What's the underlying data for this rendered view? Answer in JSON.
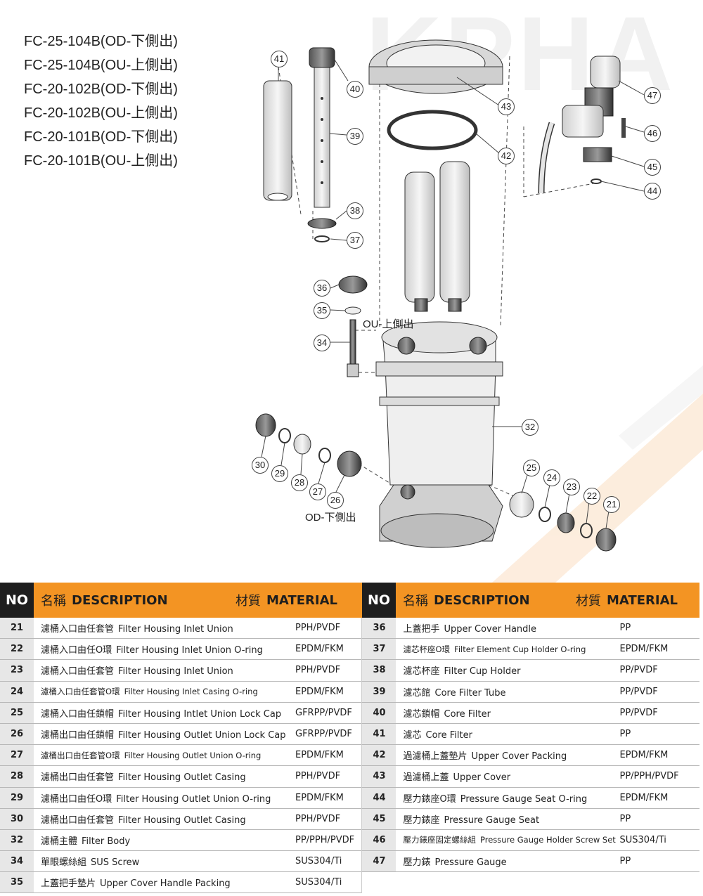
{
  "watermark": "KPHA",
  "models": [
    "FC-25-104B(OD-下側出)",
    "FC-25-104B(OU-上側出)",
    "FC-20-102B(OD-下側出)",
    "FC-20-102B(OU-上側出)",
    "FC-20-101B(OD-下側出)",
    "FC-20-101B(OU-上側出)"
  ],
  "diagram": {
    "ou_label": "OU-上側出",
    "od_label": "OD-下側出",
    "callouts": [
      "41",
      "40",
      "39",
      "38",
      "37",
      "43",
      "42",
      "47",
      "46",
      "45",
      "44",
      "36",
      "35",
      "34",
      "32",
      "30",
      "29",
      "28",
      "27",
      "26",
      "25",
      "24",
      "23",
      "22",
      "21"
    ]
  },
  "table": {
    "header": {
      "no": "NO",
      "name_zh": "名稱",
      "description": "DESCRIPTION",
      "material_zh": "材質",
      "material": "MATERIAL"
    },
    "left": [
      {
        "no": "21",
        "zh": "濾桶入口由任套管",
        "en": "Filter Housing Inlet Union",
        "material": "PPH/PVDF"
      },
      {
        "no": "22",
        "zh": "濾桶入口由任O環",
        "en": "Filter Housing Inlet Union O-ring",
        "material": "EPDM/FKM"
      },
      {
        "no": "23",
        "zh": "濾桶入口由任套管",
        "en": "Filter Housing Inlet Union",
        "material": "PPH/PVDF"
      },
      {
        "no": "24",
        "zh": "濾桶入口由任套管O環",
        "en": "Filter Housing Inlet Casing O-ring",
        "material": "EPDM/FKM",
        "small": true
      },
      {
        "no": "25",
        "zh": "濾桶入口由任鎖帽",
        "en": "Filter Housing Intlet Union Lock Cap",
        "material": "GFRPP/PVDF"
      },
      {
        "no": "26",
        "zh": "濾桶出口由任鎖帽",
        "en": "Filter Housing Outlet Union Lock Cap",
        "material": "GFRPP/PVDF"
      },
      {
        "no": "27",
        "zh": "濾桶出口由任套管O環",
        "en": "Filter Housing Outlet Union O-ring",
        "material": "EPDM/FKM",
        "small": true
      },
      {
        "no": "28",
        "zh": "濾桶出口由任套管",
        "en": "Filter Housing Outlet Casing",
        "material": "PPH/PVDF"
      },
      {
        "no": "29",
        "zh": "濾桶出口由任O環",
        "en": "Filter Housing Outlet Union O-ring",
        "material": "EPDM/FKM"
      },
      {
        "no": "30",
        "zh": "濾桶出口由任套管",
        "en": "Filter Housing Outlet Casing",
        "material": "PPH/PVDF"
      },
      {
        "no": "32",
        "zh": "濾桶主體",
        "en": "Filter Body",
        "material": "PP/PPH/PVDF"
      },
      {
        "no": "34",
        "zh": "單眼螺絲組",
        "en": "SUS Screw",
        "material": "SUS304/Ti"
      },
      {
        "no": "35",
        "zh": "上蓋把手墊片",
        "en": "Upper Cover Handle Packing",
        "material": "SUS304/Ti"
      }
    ],
    "right": [
      {
        "no": "36",
        "zh": "上蓋把手",
        "en": "Upper Cover Handle",
        "material": "PP"
      },
      {
        "no": "37",
        "zh": "濾芯杯座O環",
        "en": "Filter Element Cup Holder O-ring",
        "material": "EPDM/FKM",
        "small": true
      },
      {
        "no": "38",
        "zh": "濾芯杯座",
        "en": "Filter Cup Holder",
        "material": "PP/PVDF"
      },
      {
        "no": "39",
        "zh": "濾芯館",
        "en": "Core Filter Tube",
        "material": "PP/PVDF"
      },
      {
        "no": "40",
        "zh": "濾芯鎖帽",
        "en": "Core Filter",
        "material": "PP/PVDF"
      },
      {
        "no": "41",
        "zh": "濾芯",
        "en": "Core Filter",
        "material": "PP"
      },
      {
        "no": "42",
        "zh": "過濾桶上蓋墊片",
        "en": "Upper Cover Packing",
        "material": "EPDM/FKM"
      },
      {
        "no": "43",
        "zh": "過濾桶上蓋",
        "en": "Upper Cover",
        "material": "PP/PPH/PVDF"
      },
      {
        "no": "44",
        "zh": "壓力錶座O環",
        "en": "Pressure Gauge Seat O-ring",
        "material": "EPDM/FKM"
      },
      {
        "no": "45",
        "zh": "壓力錶座",
        "en": "Pressure Gauge Seat",
        "material": "PP"
      },
      {
        "no": "46",
        "zh": "壓力錶座固定螺絲組",
        "en": "Pressure Gauge Holder Screw Set",
        "material": "SUS304/Ti",
        "small": true
      },
      {
        "no": "47",
        "zh": "壓力錶",
        "en": "Pressure Gauge",
        "material": "PP"
      }
    ]
  }
}
